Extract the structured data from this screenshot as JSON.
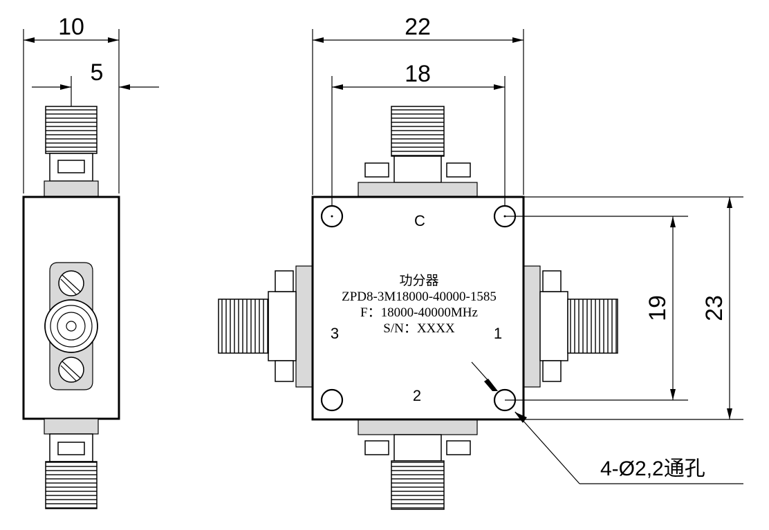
{
  "dimensions": {
    "side_width": "10",
    "side_half": "5",
    "body_width": "22",
    "hole_spacing_x": "18",
    "hole_spacing_y": "19",
    "body_height": "23"
  },
  "ports": {
    "common": "C",
    "port1": "1",
    "port2": "2",
    "port3": "3"
  },
  "label": {
    "line1": "功分器",
    "line2": "ZPD8-3M18000-40000-1585",
    "line3": "F：18000-40000MHz",
    "line4": "S/N：XXXX"
  },
  "hole_note": "4-Ø2,2通孔",
  "colors": {
    "line": "#000000",
    "connector_fill": "#d9d9d9",
    "background": "#ffffff"
  }
}
